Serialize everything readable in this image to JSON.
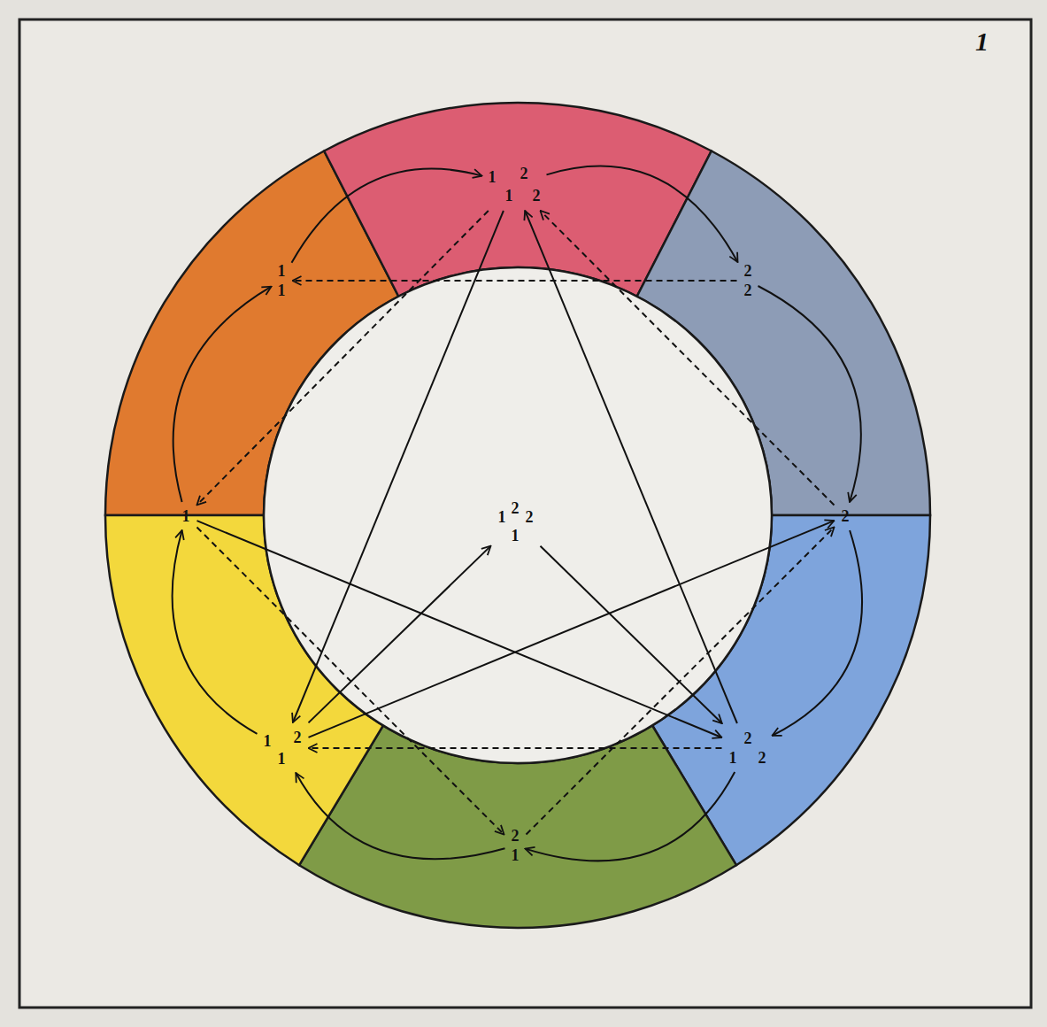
{
  "diagram": {
    "nodes": [
      {
        "text": [
          "1",
          "2",
          "1",
          "2"
        ]
      },
      {
        "text": [
          "1",
          "1"
        ]
      },
      {
        "text": [
          "2",
          "2"
        ]
      },
      {
        "text": [
          "1"
        ]
      },
      {
        "text": [
          "2"
        ]
      },
      {
        "text": [
          "2",
          "1",
          "2",
          "1"
        ]
      },
      {
        "text": [
          "1",
          "2",
          "1"
        ]
      },
      {
        "text": [
          "2",
          "1",
          "2"
        ]
      },
      {
        "text": [
          "2",
          "1"
        ]
      }
    ],
    "edges": [
      {
        "from": 0,
        "to": 2,
        "arrow": "to"
      },
      {
        "from": 2,
        "to": 4,
        "arrow": "to"
      },
      {
        "from": 4,
        "to": 7,
        "arrow": "to"
      },
      {
        "from": 7,
        "to": 8,
        "arrow": "to"
      },
      {
        "from": 8,
        "to": 6,
        "arrow": "to"
      },
      {
        "from": 6,
        "to": 3,
        "arrow": "to"
      },
      {
        "from": 3,
        "to": 1,
        "arrow": "to"
      },
      {
        "from": 1,
        "to": 0,
        "arrow": "to"
      },
      {
        "from": 2,
        "to": 1,
        "arrow": "to"
      },
      {
        "from": 0,
        "to": 3,
        "arrow": "to"
      },
      {
        "from": 4,
        "to": 0,
        "arrow": "to"
      },
      {
        "from": 3,
        "to": 8,
        "arrow": "to"
      },
      {
        "from": 8,
        "to": 4,
        "arrow": "to"
      },
      {
        "from": 7,
        "to": 6,
        "arrow": "to"
      },
      {
        "from": 0,
        "to": 6,
        "arrow": "to"
      },
      {
        "from": 7,
        "to": 0,
        "arrow": "to"
      },
      {
        "from": 3,
        "to": 7,
        "arrow": "to"
      },
      {
        "from": 6,
        "to": 4,
        "arrow": "to"
      },
      {
        "from": 6,
        "to": 5,
        "arrow": "to"
      },
      {
        "from": 5,
        "to": 7,
        "arrow": "to"
      }
    ],
    "labels": [
      "1"
    ]
  }
}
